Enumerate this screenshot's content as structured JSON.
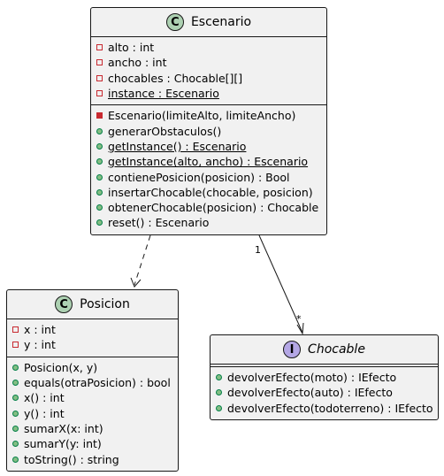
{
  "classes": {
    "escenario": {
      "name": "Escenario",
      "badge": "C",
      "attributes": [
        {
          "text": "alto : int",
          "vis": "priv",
          "static": false
        },
        {
          "text": "ancho : int",
          "vis": "priv",
          "static": false
        },
        {
          "text": "chocables : Chocable[][]",
          "vis": "priv",
          "static": false
        },
        {
          "text": "instance : Escenario",
          "vis": "priv",
          "static": true
        }
      ],
      "methods": [
        {
          "text": "Escenario(limiteAlto, limiteAncho)",
          "vis": "privm",
          "static": false
        },
        {
          "text": "generarObstaculos()",
          "vis": "pub",
          "static": false
        },
        {
          "text": "getInstance() : Escenario",
          "vis": "pub",
          "static": true
        },
        {
          "text": "getInstance(alto, ancho) : Escenario",
          "vis": "pub",
          "static": true
        },
        {
          "text": "contienePosicion(posicion) : Bool",
          "vis": "pub",
          "static": false
        },
        {
          "text": "insertarChocable(chocable, posicion)",
          "vis": "pub",
          "static": false
        },
        {
          "text": "obtenerChocable(posicion) : Chocable",
          "vis": "pub",
          "static": false
        },
        {
          "text": "reset() : Escenario",
          "vis": "pub",
          "static": false
        }
      ]
    },
    "posicion": {
      "name": "Posicion",
      "badge": "C",
      "attributes": [
        {
          "text": "x : int",
          "vis": "priv",
          "static": false
        },
        {
          "text": "y : int",
          "vis": "priv",
          "static": false
        }
      ],
      "methods": [
        {
          "text": "Posicion(x, y)",
          "vis": "pub",
          "static": false
        },
        {
          "text": "equals(otraPosicion) : bool",
          "vis": "pub",
          "static": false
        },
        {
          "text": "x() : int",
          "vis": "pub",
          "static": false
        },
        {
          "text": "y() : int",
          "vis": "pub",
          "static": false
        },
        {
          "text": "sumarX(x: int)",
          "vis": "pub",
          "static": false
        },
        {
          "text": "sumarY(y: int)",
          "vis": "pub",
          "static": false
        },
        {
          "text": "toString() : string",
          "vis": "pub",
          "static": false
        }
      ]
    },
    "chocable": {
      "name": "Chocable",
      "badge": "I",
      "attributes": [],
      "methods": [
        {
          "text": "devolverEfecto(moto) : IEfecto",
          "vis": "pub",
          "static": false
        },
        {
          "text": "devolverEfecto(auto) : IEfecto",
          "vis": "pub",
          "static": false
        },
        {
          "text": "devolverEfecto(todoterreno) : IEfecto",
          "vis": "pub",
          "static": false
        }
      ]
    }
  },
  "relations": {
    "association": {
      "from_multiplicity": "1",
      "to_multiplicity": "*"
    }
  },
  "colors": {
    "class_badge": "#add1b2",
    "interface_badge": "#b4a7e5",
    "private_marker": "#c82930",
    "public_marker": "#84be84",
    "border": "#181818",
    "box_fill": "#f1f1f1"
  }
}
